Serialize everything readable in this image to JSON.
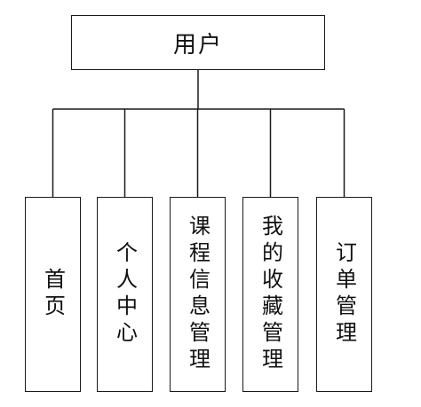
{
  "root": {
    "label": "用户"
  },
  "children": [
    {
      "label": "首页"
    },
    {
      "label": "个人中心"
    },
    {
      "label": "课程信息管理"
    },
    {
      "label": "我的收藏管理"
    },
    {
      "label": "订单管理"
    }
  ]
}
